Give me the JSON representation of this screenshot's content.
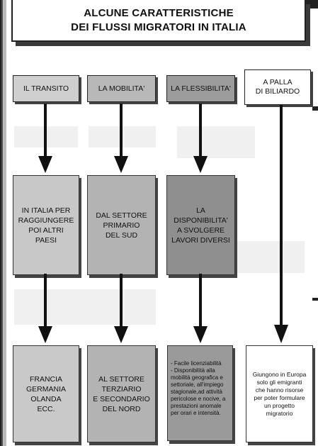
{
  "title": {
    "line1": "ALCUNE CARATTERISTICHE",
    "line2": "DEI FLUSSI MIGRATORI IN ITALIA"
  },
  "columns": [
    {
      "label": "IL TRANSITO",
      "middle": [
        "IN ITALIA PER",
        "RAGGIUNGERE",
        "POI ALTRI",
        "PAESI"
      ],
      "bottom": [
        "FRANCIA",
        "GERMANIA",
        "OLANDA",
        "ECC."
      ]
    },
    {
      "label": "LA MOBILITA'",
      "middle": [
        "DAL SETTORE",
        "PRIMARIO",
        "DEL SUD"
      ],
      "bottom": [
        "AL SETTORE",
        "TERZIARIO",
        "E SECONDARIO",
        "DEL NORD"
      ]
    },
    {
      "label": "LA FLESSIBILITA'",
      "middle": [
        "LA",
        "DISPONIBILITA'",
        "A SVOLGERE",
        "LAVORI DIVERSI"
      ],
      "bottom_list": [
        "- Facile licenziabilità",
        "- Disponibilità alla mobilità geografica e settoriale, all'impiego stagionale,ad attività pericolose e nocive, a prestazioni anomale per orari e intensità."
      ]
    },
    {
      "label_line1": "A PALLA",
      "label_line2": "DI BILIARDO",
      "bottom_text": [
        "Giungono in Europa",
        "solo gli emigranti",
        "che hanno risorse",
        "per poter formulare",
        "un progetto",
        "migratorio"
      ]
    }
  ],
  "colors": {
    "label_col1": "#cfcfcf",
    "label_col2": "#b8b8b8",
    "label_col3": "#9c9c9c",
    "label_col4": "#ffffff",
    "mid_col1": "#c8c8c8",
    "mid_col2": "#b3b3b3",
    "mid_col3": "#8f8f8f",
    "bot_col1": "#c9c9c9",
    "bot_col2": "#b3b3b3",
    "bot_col3": "#9a9a9a",
    "bot_col4": "#ffffff"
  }
}
